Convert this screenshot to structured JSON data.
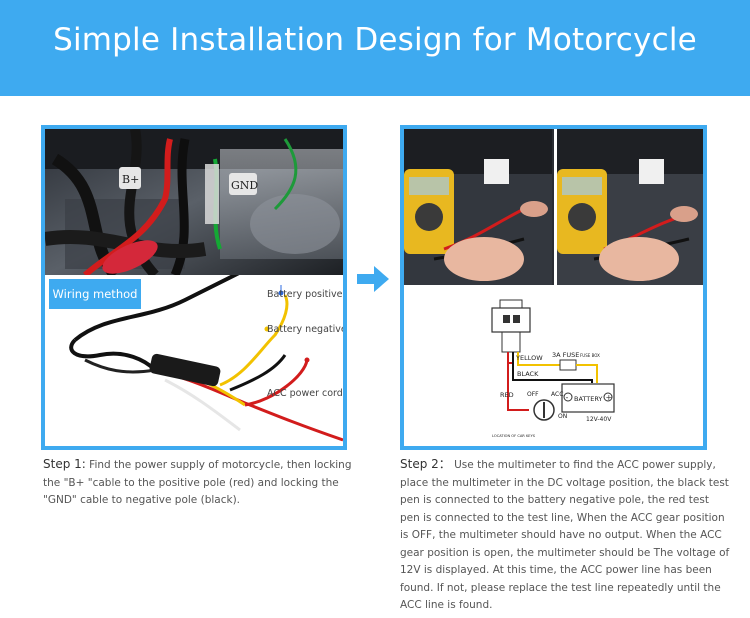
{
  "banner": {
    "title": "Simple Installation Design for Motorcycle"
  },
  "left_panel": {
    "photo_labels": {
      "b_plus": "B+",
      "gnd": "GND"
    },
    "badge": "Wiring method",
    "wire_labels": {
      "battery_positive": "Battery positive",
      "battery_negative": "Battery negative",
      "acc_power_cord": "ACC power cord"
    }
  },
  "right_panel": {
    "diagram": {
      "yellow": "YELLOW",
      "fuse": "3A FUSE",
      "fuse_box": "FUSE BOX",
      "black": "BLACK",
      "red": "RED",
      "battery": "BATTERY",
      "voltage": "12V-40V",
      "off": "OFF",
      "acc": "ACC",
      "on": "ON",
      "location": "LOCATION OF CAR KEYS",
      "minus": "-",
      "plus": "+"
    }
  },
  "step1": {
    "label": "Step 1:",
    "text": " Find the power supply of motorcycle, then locking the \"B+ \"cable to the positive pole (red) and locking the \"GND\" cable to negative pole (black)."
  },
  "step2": {
    "label": "Step 2：",
    "text": "  Use the multimeter to find the ACC power supply, place the multimeter in the DC voltage position, the black test pen is connected to the battery negative pole, the red test pen is connected to the test line, When the ACC gear position is OFF, the multimeter should have no output. When the ACC gear position is open, the multimeter should be The voltage of 12V is displayed. At this time, the ACC power line has been found. If not, please replace the test line repeatedly until the ACC line is found."
  },
  "colors": {
    "accent": "#3eaaf0",
    "red_wire": "#e02020",
    "yellow_wire": "#f2c200",
    "black_wire": "#111111"
  }
}
